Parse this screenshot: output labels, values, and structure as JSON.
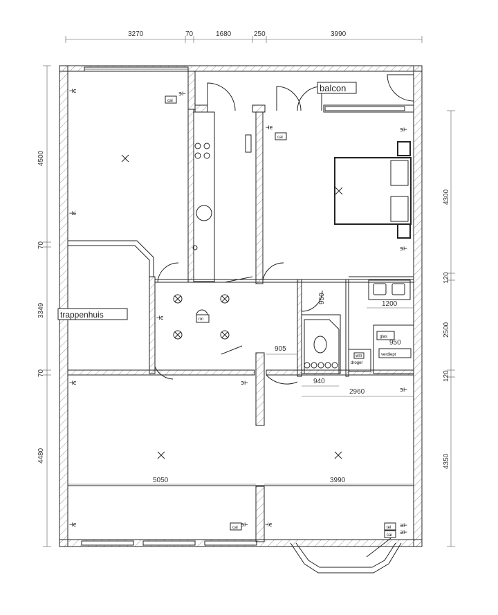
{
  "dimensions": {
    "top": [
      "3270",
      "70",
      "1680",
      "250",
      "3990"
    ],
    "left": [
      "4500",
      "70",
      "3349",
      "70",
      "4480"
    ],
    "right": [
      "4300",
      "120",
      "2500",
      "120",
      "4350"
    ],
    "interior": {
      "d1200": "1200",
      "d950_a": "950",
      "d950_b": "950",
      "d905": "905",
      "d940": "940",
      "d2960": "2960",
      "d5050": "5050",
      "d3990": "3990"
    }
  },
  "labels": {
    "balcon": "balcon",
    "trappenhuis": "trappenhuis",
    "rm": "rm",
    "glas": "glas",
    "verdiept": "verdiept",
    "wm": "wm",
    "droger": "droger",
    "cai": "cai",
    "tel": "tel"
  }
}
